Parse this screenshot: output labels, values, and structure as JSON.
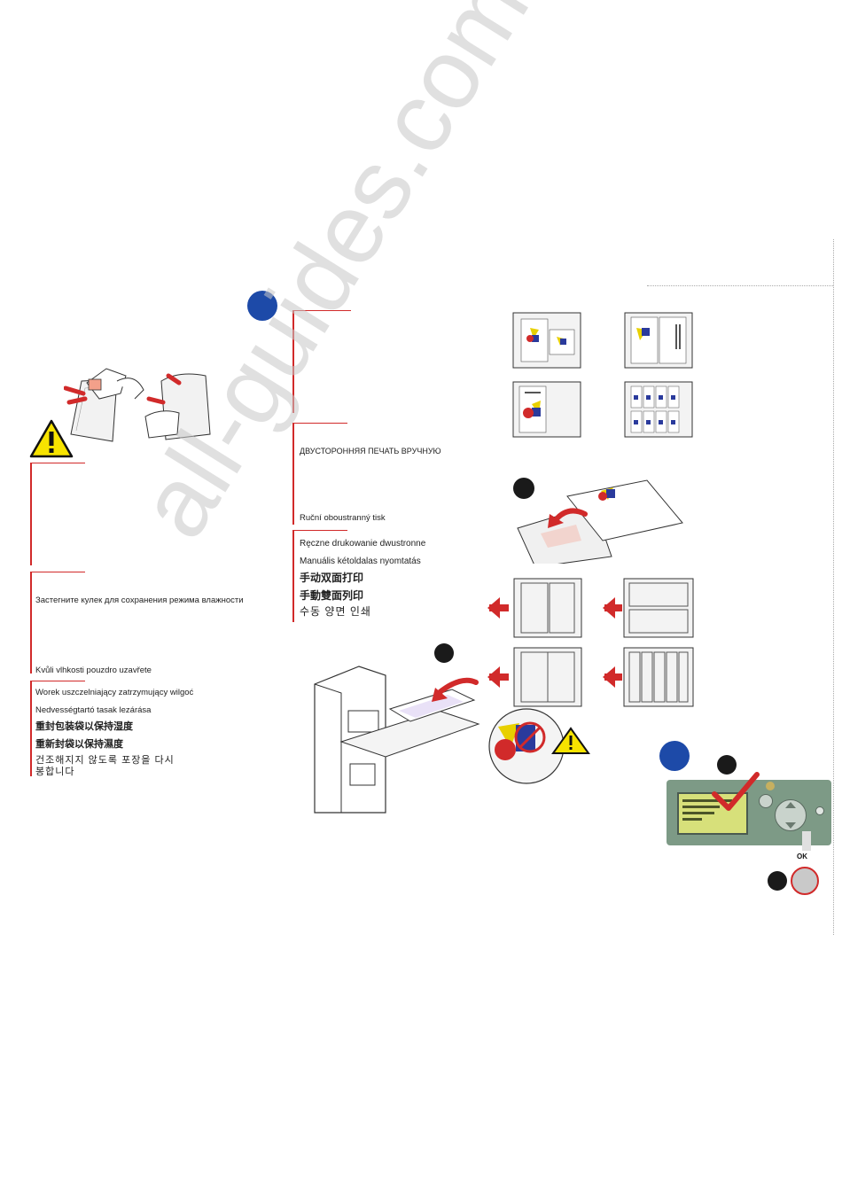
{
  "left_column": {
    "texts": [
      "Застегните кулек для сохранения режима влажности",
      "Kvůli vlhkosti pouzdro uzavřete",
      "Worek uszczelniający zatrzymujący wilgoć",
      "Nedvességtartó tasak lezárása",
      "重封包装袋以保持湿度",
      "重新封袋以保持濕度",
      "건조해지지 않도록 포장을 다시",
      "봉합니다"
    ]
  },
  "middle_column": {
    "texts": [
      "ДВУСТОРОННЯЯ ПЕЧАТЬ ВРУЧНУЮ",
      "Ruční oboustranný tisk",
      "Ręczne drukowanie dwustronne",
      "Manuális kétoldalas nyomtatás",
      "手动双面打印",
      "手動雙面列印",
      "수동 양면 인쇄"
    ]
  },
  "control_panel": {
    "ok_label": "OK"
  },
  "watermark": "all-guides.com",
  "colors": {
    "accent_red": "#d12a2a",
    "step_blue": "#1d4aa8",
    "panel_green": "#7d9a86",
    "lcd": "#d7e07a"
  }
}
